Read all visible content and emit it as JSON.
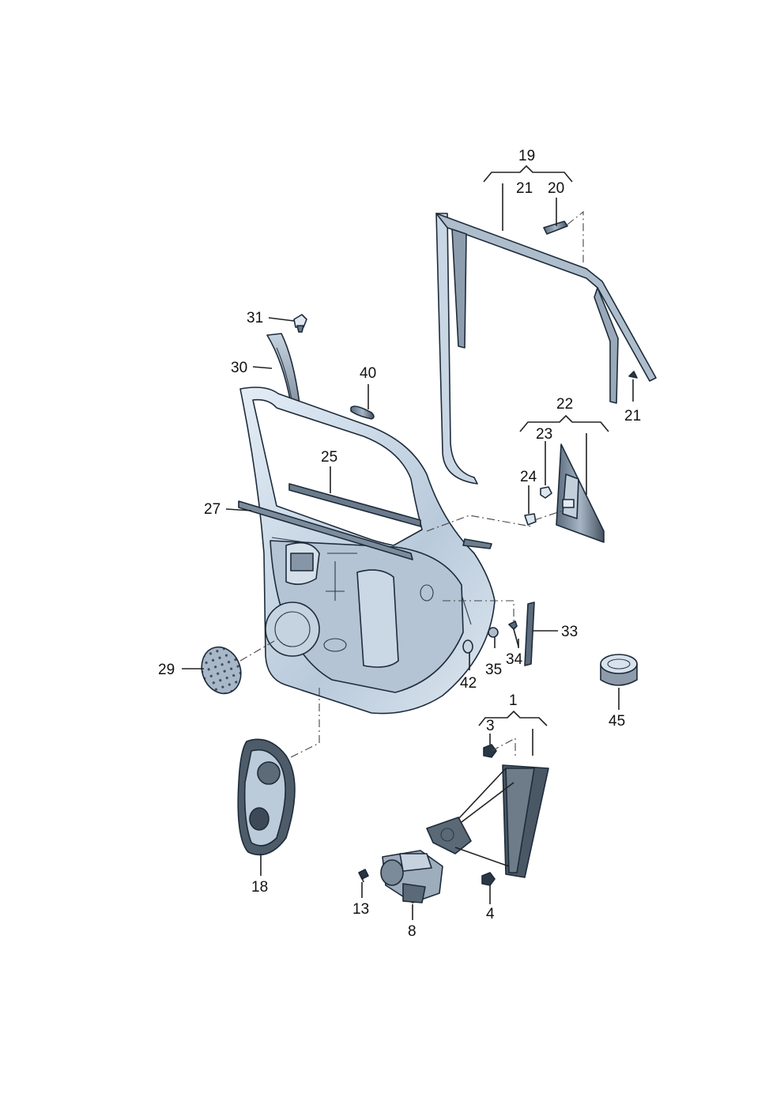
{
  "diagram": {
    "callouts": [
      {
        "id": "c19",
        "text": "19"
      },
      {
        "id": "c21a",
        "text": "21"
      },
      {
        "id": "c20",
        "text": "20"
      },
      {
        "id": "c31",
        "text": "31"
      },
      {
        "id": "c30",
        "text": "30"
      },
      {
        "id": "c40",
        "text": "40"
      },
      {
        "id": "c21b",
        "text": "21"
      },
      {
        "id": "c22",
        "text": "22"
      },
      {
        "id": "c23",
        "text": "23"
      },
      {
        "id": "c25",
        "text": "25"
      },
      {
        "id": "c24",
        "text": "24"
      },
      {
        "id": "c27",
        "text": "27"
      },
      {
        "id": "c33",
        "text": "33"
      },
      {
        "id": "c34",
        "text": "34"
      },
      {
        "id": "c35",
        "text": "35"
      },
      {
        "id": "c29",
        "text": "29"
      },
      {
        "id": "c42",
        "text": "42"
      },
      {
        "id": "c45",
        "text": "45"
      },
      {
        "id": "c1",
        "text": "1"
      },
      {
        "id": "c3",
        "text": "3"
      },
      {
        "id": "c18",
        "text": "18"
      },
      {
        "id": "c13",
        "text": "13"
      },
      {
        "id": "c4",
        "text": "4"
      },
      {
        "id": "c8",
        "text": "8"
      }
    ]
  }
}
